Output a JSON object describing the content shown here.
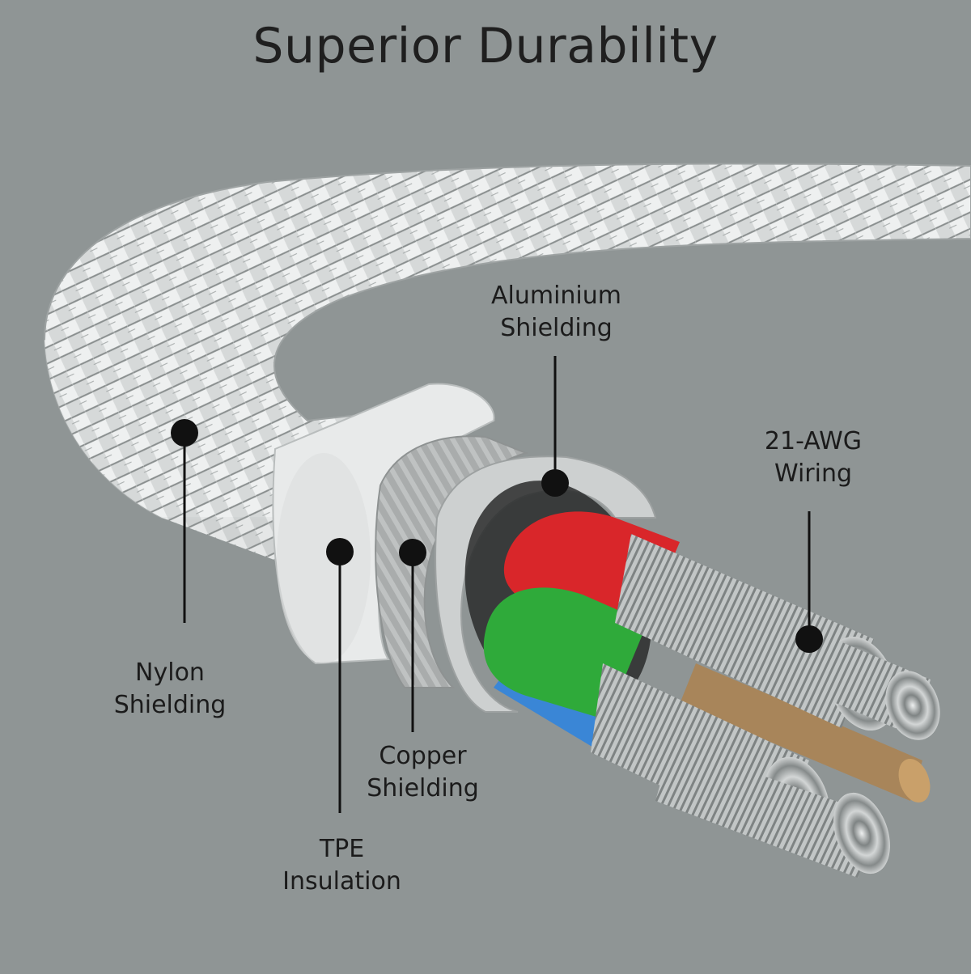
{
  "title": "Superior Durability",
  "labels": {
    "nylon": {
      "line1": "Nylon",
      "line2": "Shielding"
    },
    "tpe": {
      "line1": "TPE",
      "line2": "Insulation"
    },
    "copper": {
      "line1": "Copper",
      "line2": "Shielding"
    },
    "aluminium": {
      "line1": "Aluminium",
      "line2": "Shielding"
    },
    "wiring": {
      "line1": "21-AWG",
      "line2": "Wiring"
    }
  },
  "colors": {
    "background": "#8f9595",
    "braid": "#d4d7d7",
    "tpe": "#e9ebeb",
    "copper_shield": "#a6a9a9",
    "aluminium_shield": "#c9cccc",
    "wire_red": "#d9262a",
    "wire_green": "#2faa3a",
    "wire_blue": "#3a86d6",
    "wire_brown": "#a8855a",
    "strands": "#b8bcbc",
    "pointer": "#111111"
  }
}
